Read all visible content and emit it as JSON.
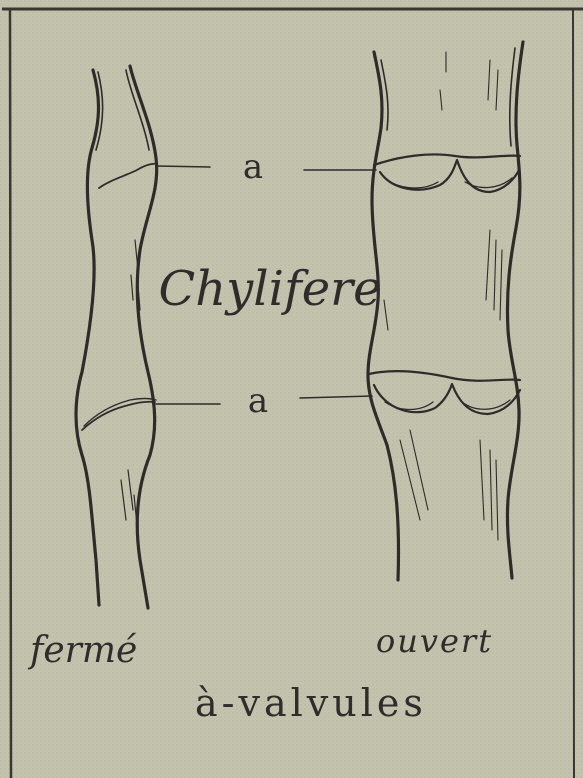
{
  "labels": {
    "marker_top": "a",
    "marker_bottom": "a",
    "center_title": "Chylifere",
    "left_caption": "fermé",
    "right_caption": "ouvert",
    "bottom_caption": "à-valvules"
  },
  "colors": {
    "paper": "#c4c3ae",
    "ink": "#2e2b2a",
    "frame": "#3a3733"
  }
}
